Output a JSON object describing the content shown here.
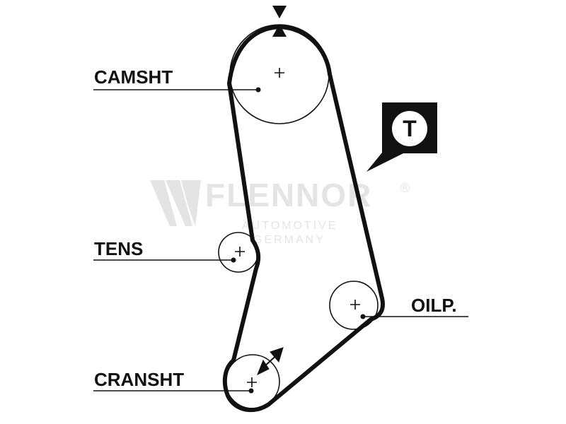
{
  "labels": {
    "camshaft": "CAMSHT",
    "tensioner": "TENS",
    "oil_pump": "OILP.",
    "crankshaft": "CRANSHT"
  },
  "callout": {
    "letter": "T"
  },
  "watermark": {
    "brand": "FLENNOR",
    "registered": "®",
    "line1": "AUTOMOTIVE",
    "line2": "GERMANY"
  },
  "colors": {
    "ink": "#111111",
    "watermark": "#cfcfcf",
    "background": "#ffffff"
  }
}
